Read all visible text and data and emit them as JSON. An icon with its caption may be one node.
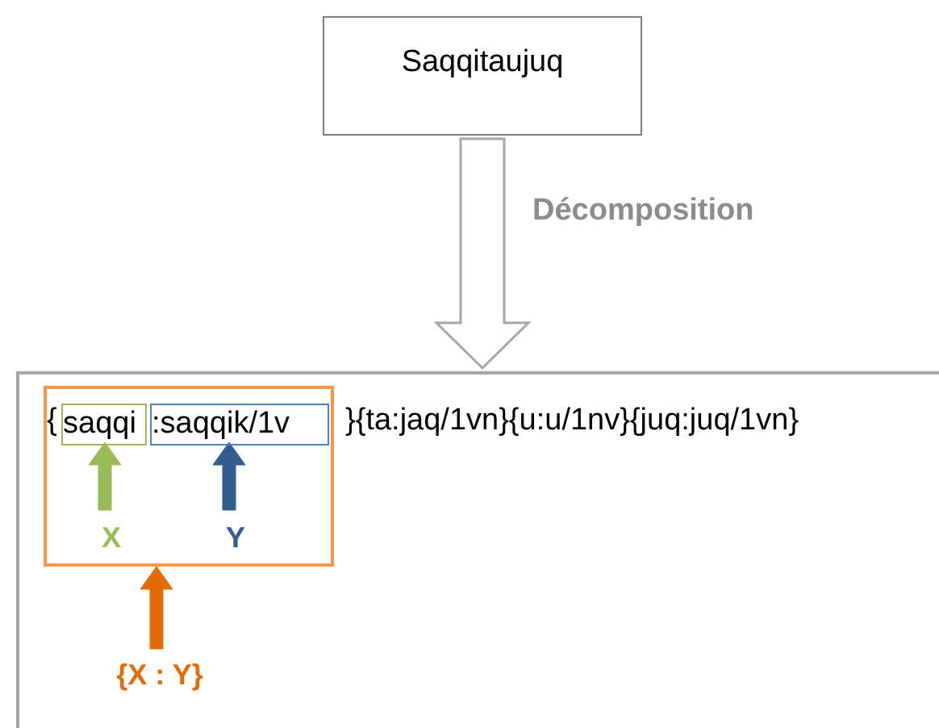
{
  "diagram": {
    "nodes": [
      {
        "text": [
          "Saqqitaujuq"
        ]
      },
      {
        "text": [
          "}{ta:jaq/1vn}{u:u/1nv}{juq:juq/1vn}"
        ]
      },
      {
        "text": [
          "{"
        ],
        "in": 1
      },
      {
        "text": [
          "saqqi"
        ],
        "in": 2
      },
      {
        "text": [
          ":saqqik/1v"
        ],
        "in": 2
      },
      {
        "text": [
          "X"
        ],
        "in": 2
      },
      {
        "text": [
          "Y"
        ],
        "in": 2
      },
      {
        "text": [
          "{X : Y}"
        ],
        "in": 1
      }
    ],
    "edges": [
      {
        "from": 0,
        "to": 1,
        "arrow": "to",
        "label": "Décomposition",
        "style": "thick",
        "color": "#a6a6a6"
      },
      {
        "from": 5,
        "to": 3,
        "arrow": "to",
        "color": "#9bbb59"
      },
      {
        "from": 6,
        "to": 4,
        "arrow": "to",
        "color": "#335d91"
      },
      {
        "from": 7,
        "to": 2,
        "arrow": "to",
        "color": "#e36c09"
      }
    ]
  }
}
